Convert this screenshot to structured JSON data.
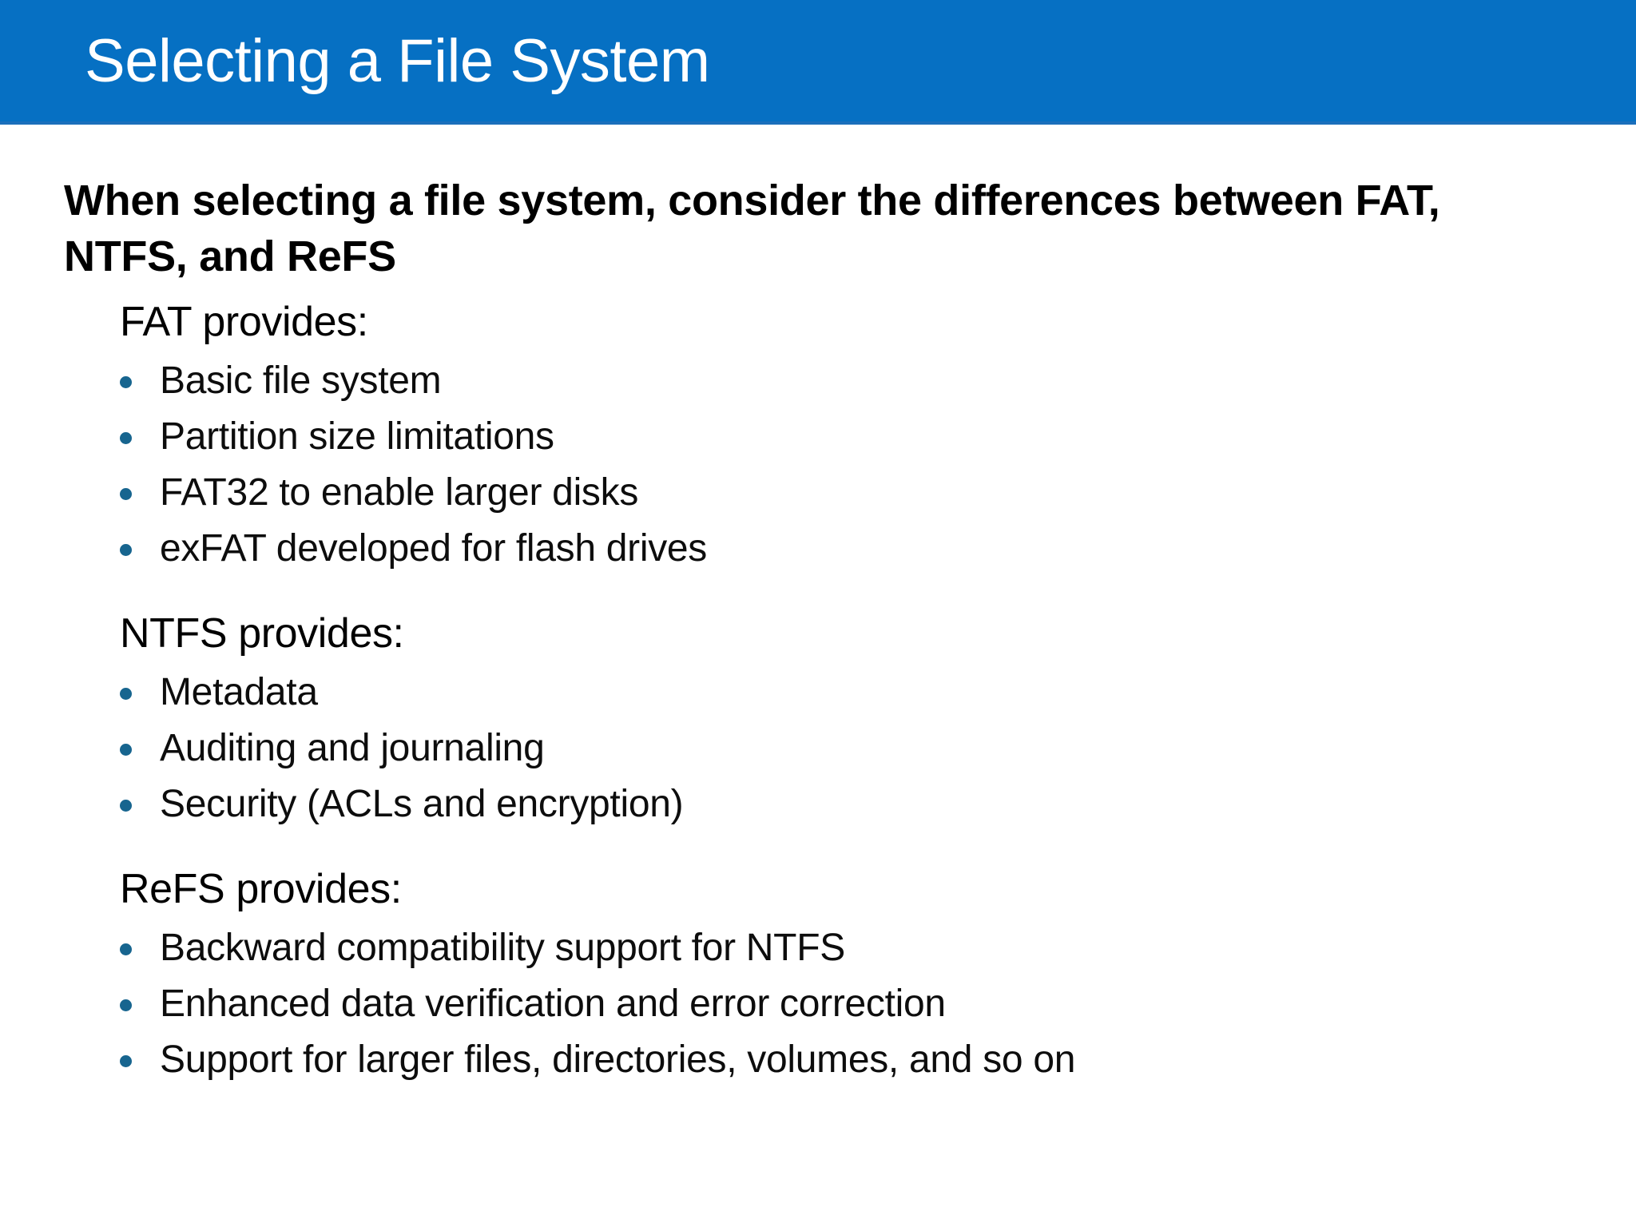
{
  "slide": {
    "title": "Selecting a File System",
    "banner_color": "#0670C3",
    "title_color": "#FFFFFF",
    "background_color": "#FFFFFF",
    "bullet_color": "#17658F",
    "body_text_color": "#000000"
  },
  "intro": {
    "text": "When selecting a file system, consider the differences between FAT, NTFS, and ReFS"
  },
  "sections": [
    {
      "heading": "FAT provides:",
      "bullets": [
        "Basic file system",
        "Partition size limitations",
        "FAT32 to enable larger disks",
        "exFAT developed for flash drives"
      ]
    },
    {
      "heading": "NTFS provides:",
      "bullets": [
        "Metadata",
        "Auditing and journaling",
        "Security (ACLs and encryption)"
      ]
    },
    {
      "heading": "ReFS provides:",
      "bullets": [
        "Backward compatibility support for NTFS",
        "Enhanced data verification and error correction",
        "Support for larger files, directories, volumes, and so on"
      ]
    }
  ]
}
